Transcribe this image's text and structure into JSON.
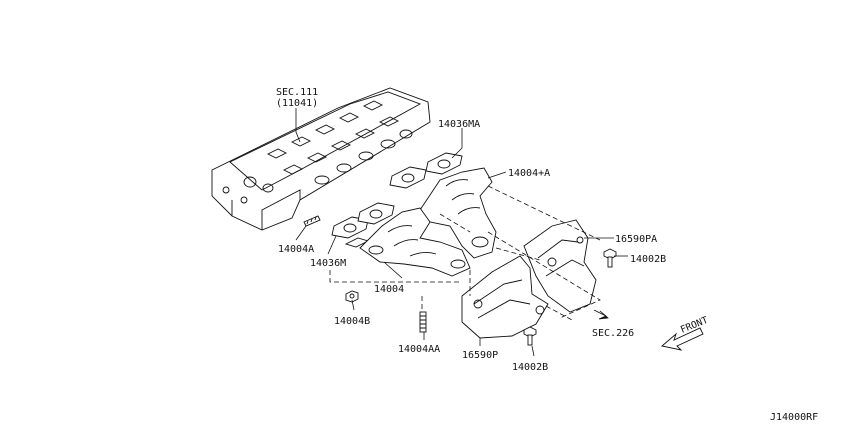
{
  "labels": {
    "sec111": "SEC.111",
    "sec111_sub": "(11041)",
    "p14036MA": "14036MA",
    "p14004plusA": "14004+A",
    "p16590PA": "16590PA",
    "p14002B_right": "14002B",
    "p14004A": "14004A",
    "p14036M": "14036M",
    "p14004": "14004",
    "p14004B": "14004B",
    "p14004AA": "14004AA",
    "p16590P": "16590P",
    "p14002B_bottom": "14002B",
    "sec226": "SEC.226",
    "front": "FRONT",
    "diagram_id": "J14000RF"
  }
}
